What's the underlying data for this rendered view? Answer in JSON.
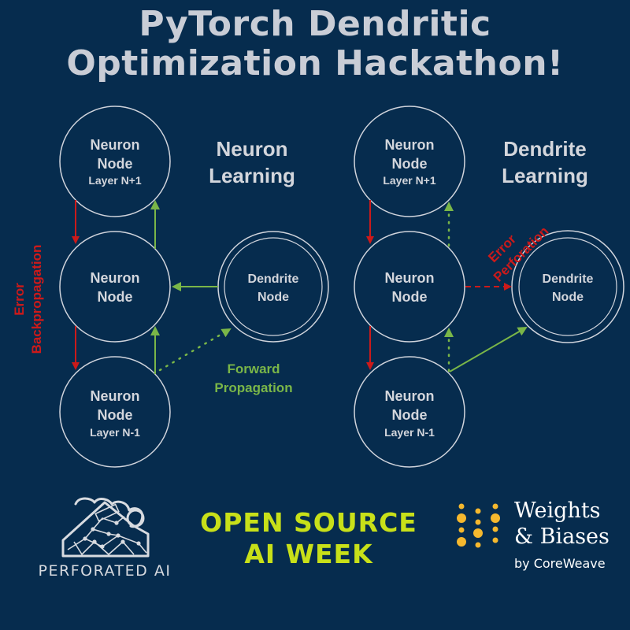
{
  "title": {
    "line1": "PyTorch Dendritic",
    "line2": "Optimization Hackathon!"
  },
  "colors": {
    "background": "#062c4e",
    "node_stroke": "#d0d4dc",
    "text": "#d3d6dc",
    "error_red": "#cc1a1a",
    "forward_green": "#7ab648",
    "osaw_lime": "#c8e019",
    "wb_gold": "#f5b82e"
  },
  "left_panel": {
    "heading_line1": "Neuron",
    "heading_line2": "Learning",
    "nodes": [
      {
        "line1": "Neuron",
        "line2": "Node",
        "line3": "Layer N+1"
      },
      {
        "line1": "Neuron",
        "line2": "Node"
      },
      {
        "line1": "Neuron",
        "line2": "Node",
        "line3": "Layer N-1"
      }
    ],
    "dendrite": {
      "line1": "Dendrite",
      "line2": "Node"
    },
    "error_label_line1": "Error",
    "error_label_line2": "Backpropagation",
    "forward_label_line1": "Forward",
    "forward_label_line2": "Propagation"
  },
  "right_panel": {
    "heading_line1": "Dendrite",
    "heading_line2": "Learning",
    "nodes": [
      {
        "line1": "Neuron",
        "line2": "Node",
        "line3": "Layer N+1"
      },
      {
        "line1": "Neuron",
        "line2": "Node"
      },
      {
        "line1": "Neuron",
        "line2": "Node",
        "line3": "Layer N-1"
      }
    ],
    "dendrite": {
      "line1": "Dendrite",
      "line2": "Node"
    },
    "error_label_line1": "Error",
    "error_label_line2": "Perforation"
  },
  "footer": {
    "perforated_ai": "PERFORATED AI",
    "osaw_line1": "OPEN SOURCE",
    "osaw_line2": "AI WEEK",
    "wb_line1": "Weights",
    "wb_line2": "& Biases",
    "wb_by": "by CoreWeave"
  }
}
